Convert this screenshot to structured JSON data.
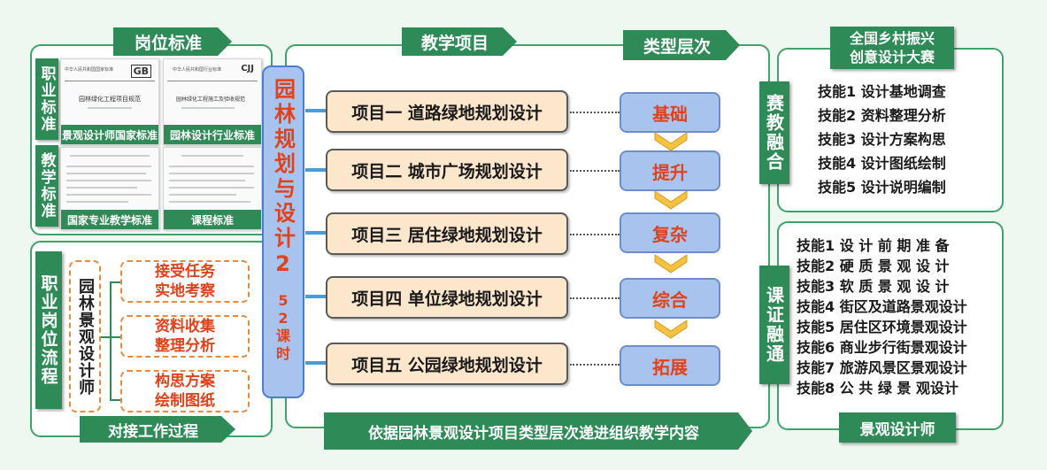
{
  "top_left": {
    "banner": "岗位标准",
    "label_professional": "职业标准",
    "label_teaching": "教学标准",
    "docs": [
      {
        "caption": "景观设计师国家标准",
        "header": "中华人民共和国国家标准",
        "title": "园林绿化工程项目规范",
        "logo": "GB"
      },
      {
        "caption": "园林设计行业标准",
        "header": "中华人民共和国行业标准",
        "title": "园林绿化工程施工及验收规范",
        "logo": "CJJ"
      },
      {
        "caption": "国家专业教学标准",
        "header": "",
        "title": "",
        "logo": ""
      },
      {
        "caption": "课程标准",
        "header": "",
        "title": "",
        "logo": ""
      }
    ]
  },
  "bottom_left": {
    "label": "职业岗位流程",
    "role": "园林景观设计师",
    "tasks": [
      {
        "line1": "接受任务",
        "line2": "实地考察"
      },
      {
        "line1": "资料收集",
        "line2": "整理分析"
      },
      {
        "line1": "构思方案",
        "line2": "绘制图纸"
      }
    ],
    "banner": "对接工作过程"
  },
  "course": {
    "title": "园林规划与设计2",
    "hours": "52课时"
  },
  "center": {
    "banner_projects": "教学项目",
    "banner_levels": "类型层次",
    "projects": [
      {
        "label": "项目一  道路绿地规划设计",
        "level": "基础"
      },
      {
        "label": "项目二  城市广场规划设计",
        "level": "提升"
      },
      {
        "label": "项目三  居住绿地规划设计",
        "level": "复杂"
      },
      {
        "label": "项目四  单位绿地规划设计",
        "level": "综合"
      },
      {
        "label": "项目五  公园绿地规划设计",
        "level": "拓展"
      }
    ],
    "bottom_banner": "依据园林景观设计项目类型层次递进组织教学内容"
  },
  "right_top": {
    "banner_line1": "全国乡村振兴",
    "banner_line2": "创意设计大赛",
    "label": "赛教融合",
    "skills": [
      "技能1 设计基地调查",
      "技能2 资料整理分析",
      "技能3 设计方案构思",
      "技能4 设计图纸绘制",
      "技能5 设计说明编制"
    ]
  },
  "right_bottom": {
    "label": "课证融通",
    "skills": [
      "技能1 设 计 前 期 准 备",
      "技能2 硬 质 景 观 设 计",
      "技能3 软 质 景 观 设 计",
      "技能4 街区及道路景观设计",
      "技能5 居住区环境景观设计",
      "技能6 商业步行街景观设计",
      "技能7 旅游风景区景观设计",
      "技能8 公 共 绿 景 观设计"
    ],
    "banner": "景观设计师"
  },
  "colors": {
    "green": "#2e8b57",
    "peach": "#fce6cc",
    "level_blue": "#a8c4ee",
    "accent_red": "#e0421b",
    "chevron": "#f5c242"
  }
}
